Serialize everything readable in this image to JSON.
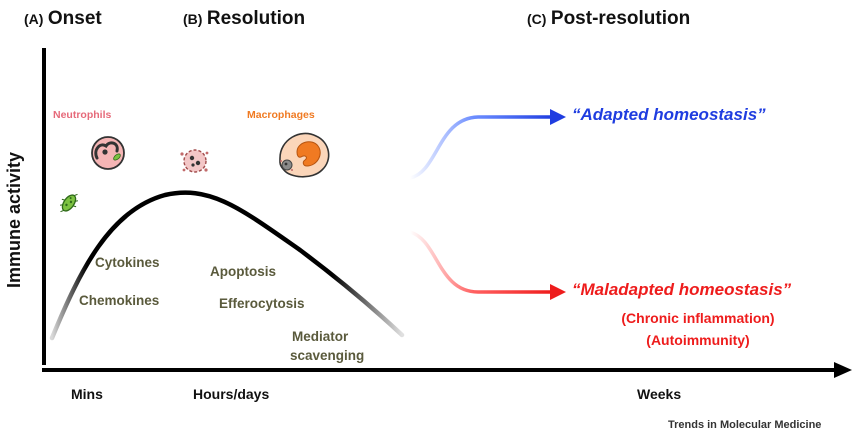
{
  "phases": {
    "onset": {
      "tag": "(A)",
      "name": "Onset"
    },
    "resolution": {
      "tag": "(B)",
      "name": "Resolution"
    },
    "post": {
      "tag": "(C)",
      "name": "Post-resolution"
    }
  },
  "y_axis_label": "Immune activity",
  "cells": {
    "neutrophils": {
      "label": "Neutrophils",
      "color": "#e66a7a"
    },
    "macrophages": {
      "label": "Macrophages",
      "color": "#f07a22"
    }
  },
  "onset_mediators": [
    "Cytokines",
    "Chemokines"
  ],
  "resolution_processes": [
    "Apoptosis",
    "Efferocytosis",
    "Mediator",
    "scavenging"
  ],
  "outcomes": {
    "adapted": {
      "label": "“Adapted homeostasis”",
      "color": "#1f3de0"
    },
    "maladapted": {
      "label": "“Maladapted homeostasis”",
      "color": "#ee1c1c",
      "details": [
        "(Chronic inflammation)",
        "(Autoimmunity)"
      ]
    }
  },
  "x_axis_labels": [
    "Mins",
    "Hours/days",
    "Weeks"
  ],
  "credit": "Trends in Molecular Medicine"
}
